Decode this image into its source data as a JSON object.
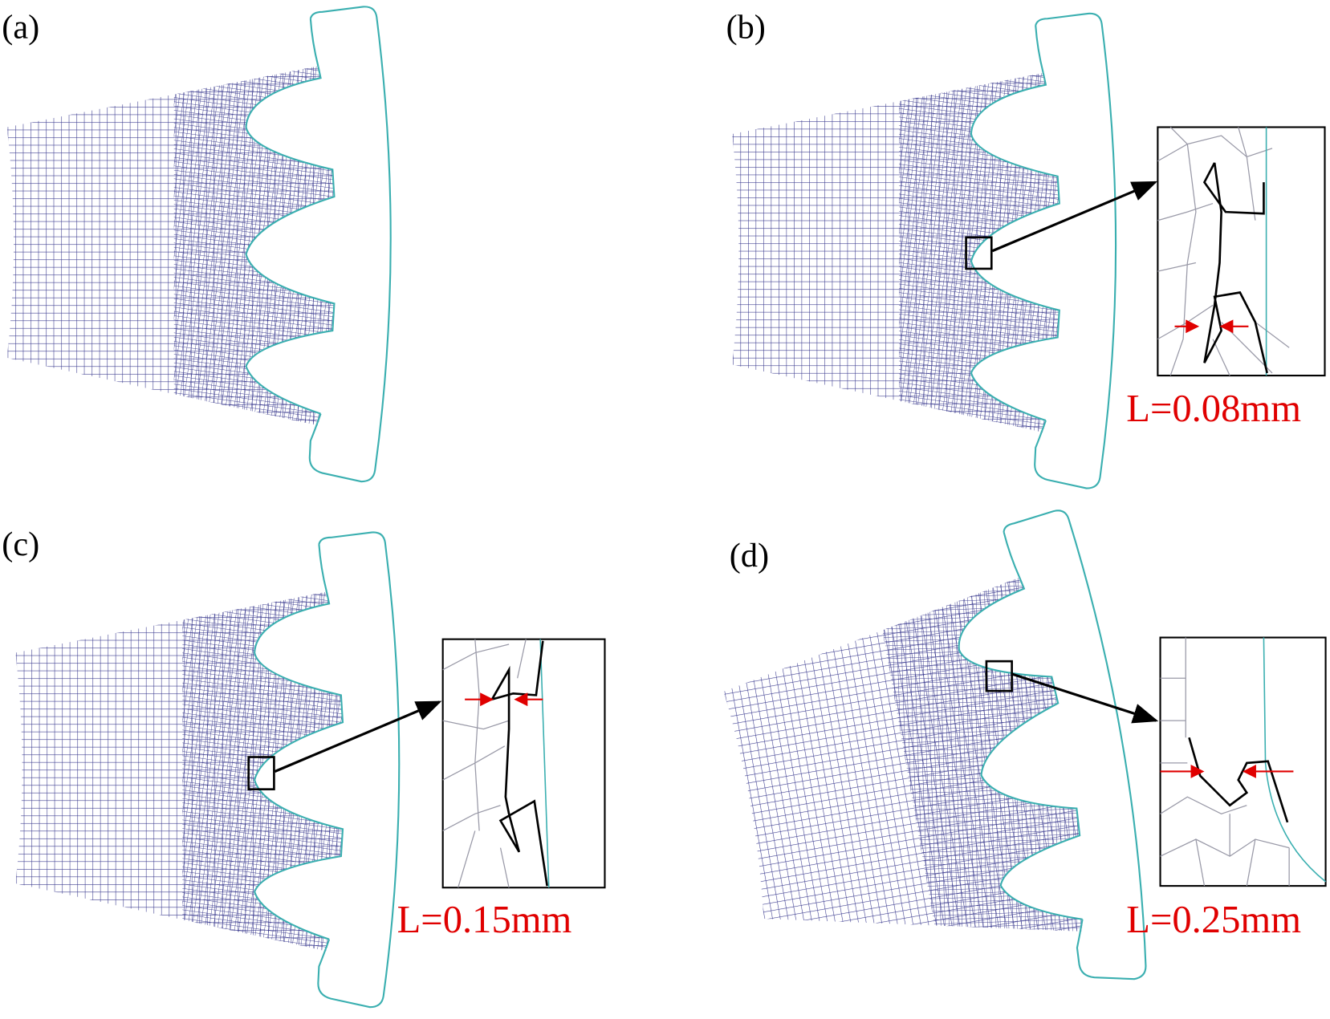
{
  "panels": [
    {
      "label": "(a)",
      "measure": null
    },
    {
      "label": "(b)",
      "measure": "L=0.08mm"
    },
    {
      "label": "(c)",
      "measure": "L=0.15mm"
    },
    {
      "label": "(d)",
      "measure": "L=0.25mm"
    }
  ],
  "colors": {
    "mesh": "#3b3b8f",
    "ring": "#3aafb0",
    "crack": "#000000",
    "arrow": "#e00000",
    "inset_mesh": "#9a9aa8"
  }
}
